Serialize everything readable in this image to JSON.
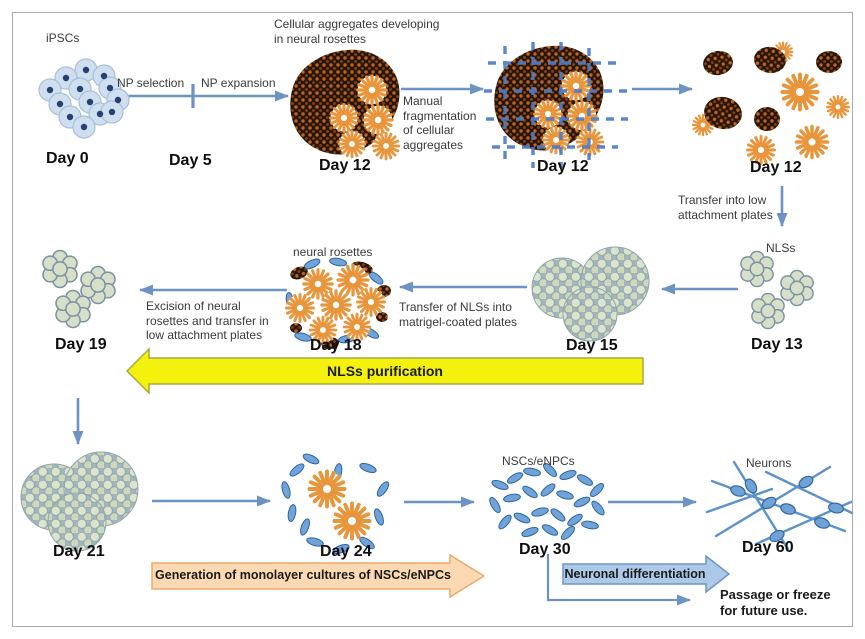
{
  "row1": {
    "ipscs": "iPSCs",
    "np_selection": "NP selection",
    "np_expansion": "NP expansion",
    "day0": "Day 0",
    "day5": "Day 5",
    "aggregates_caption": "Cellular aggregates developing\nin neural rosettes",
    "day12_aggregate": "Day 12",
    "manual_fragmentation": "Manual\nfragmentation\nof cellular\naggregates",
    "day12_grid": "Day 12",
    "day12_fragments": "Day 12",
    "transfer_low_attachment": "Transfer into low\nattachment plates"
  },
  "row2": {
    "nlss": "NLSs",
    "day13": "Day 13",
    "day15": "Day 15",
    "transfer_matrigel": "Transfer of NLSs into\nmatrigel-coated plates",
    "neural_rosettes": "neural rosettes",
    "day18": "Day 18",
    "excision": "Excision of neural\nrosettes and transfer in\nlow attachment plates",
    "day19": "Day 19"
  },
  "row3": {
    "day21": "Day 21",
    "day24": "Day 24",
    "nscs_enpcs": "NSCs/eNPCs",
    "day30": "Day 30",
    "neurons": "Neurons",
    "day60": "Day 60",
    "passage": "Passage or freeze\nfor future use."
  },
  "banners": {
    "nls_purification": "NLSs purification",
    "generation_monolayer": "Generation of monolayer cultures of NSCs/eNPCs",
    "neuronal_differentiation": "Neuronal differentiation"
  },
  "palette": {
    "arrow_blue": "#6d92c4",
    "grid_dash_blue": "#4f7cc8",
    "banner_yellow": "#f4f10d",
    "banner_orange_fill": "#fcd9b3",
    "banner_orange_border": "#f1a86d",
    "banner_blue_fill": "#adc9e8",
    "aggregate_brown": "#27160a",
    "aggregate_dot_orange": "#c2641f",
    "rosette_orange": "#e8953c",
    "sphere_green": "#dbe5cb",
    "cell_blue": "#70a4d9",
    "ipsc_cell_fill": "#cfdfef",
    "ipsc_nucleus": "#24416f"
  }
}
